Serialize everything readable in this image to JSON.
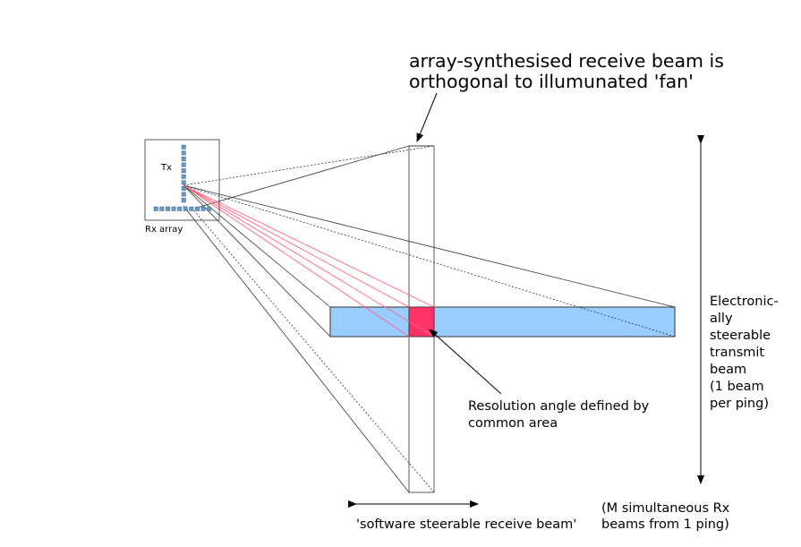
{
  "labels": {
    "title_line1": "array-synthesised receive beam is",
    "title_line2": "orthogonal to illumunated 'fan'",
    "tx": "Tx",
    "rx_array": "Rx array",
    "resolution_line1": "Resolution angle defined by",
    "resolution_line2": "common area",
    "transmit_lines": [
      "Electronic-",
      "ally",
      "steerable",
      "transmit",
      "beam",
      "(1 beam",
      "per ping)"
    ],
    "simultaneous_line1": "(M simultaneous Rx",
    "simultaneous_line2": "beams from 1 ping)",
    "software_beam": "'software steerable receive beam'"
  },
  "colors": {
    "transmit_fan": "#99ccff",
    "common_area": "#ff3366",
    "ray_highlight": "#ff6680",
    "array_element": "#6699cc",
    "outline": "#333333"
  }
}
